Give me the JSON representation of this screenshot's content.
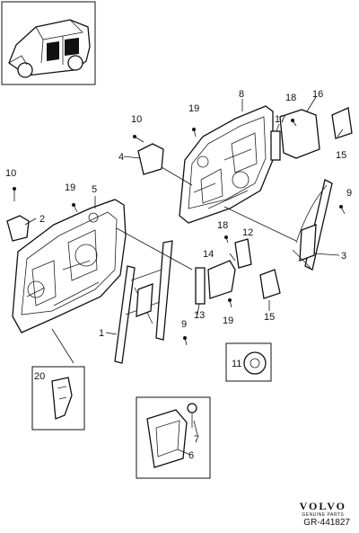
{
  "parts": [
    {
      "id": "p1",
      "label": "1"
    },
    {
      "id": "p2",
      "label": "2"
    },
    {
      "id": "p3",
      "label": "3"
    },
    {
      "id": "p4",
      "label": "4"
    },
    {
      "id": "p5",
      "label": "5"
    },
    {
      "id": "p6",
      "label": "6"
    },
    {
      "id": "p7",
      "label": "7"
    },
    {
      "id": "p8",
      "label": "8"
    },
    {
      "id": "p9a",
      "label": "9"
    },
    {
      "id": "p9b",
      "label": "9"
    },
    {
      "id": "p10a",
      "label": "10"
    },
    {
      "id": "p10b",
      "label": "10"
    },
    {
      "id": "p11",
      "label": "11"
    },
    {
      "id": "p12",
      "label": "12"
    },
    {
      "id": "p13",
      "label": "13"
    },
    {
      "id": "p14",
      "label": "14"
    },
    {
      "id": "p15a",
      "label": "15"
    },
    {
      "id": "p15b",
      "label": "15"
    },
    {
      "id": "p16",
      "label": "16"
    },
    {
      "id": "p17",
      "label": "17"
    },
    {
      "id": "p18a",
      "label": "18"
    },
    {
      "id": "p18b",
      "label": "18"
    },
    {
      "id": "p19a",
      "label": "19"
    },
    {
      "id": "p19b",
      "label": "19"
    },
    {
      "id": "p19c",
      "label": "19"
    },
    {
      "id": "p20",
      "label": "20"
    }
  ],
  "brand": {
    "name": "VOLVO",
    "tagline": "GENUINE PARTS"
  },
  "reference": "GR-441827"
}
